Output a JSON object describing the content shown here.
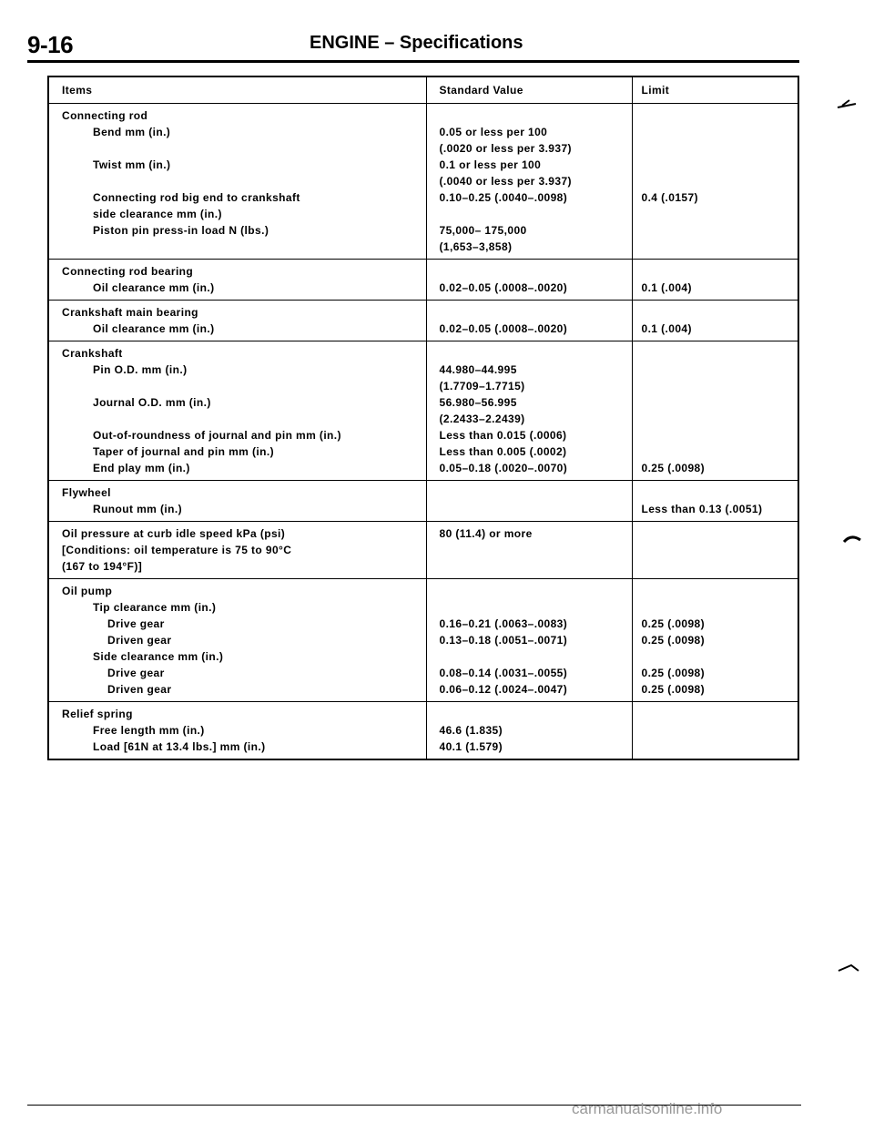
{
  "header": {
    "page_number": "9-16",
    "title": "ENGINE – Specifications"
  },
  "table": {
    "columns": [
      "Items",
      "Standard Value",
      "Limit"
    ],
    "groups": [
      {
        "rows": [
          {
            "item": "Connecting  rod",
            "indent": 0,
            "std": "",
            "limit": ""
          },
          {
            "item": "Bend     mm (in.)",
            "indent": 1,
            "std": "0.05 or less per 100",
            "limit": ""
          },
          {
            "item": "",
            "indent": 1,
            "std": "(.0020 or less per 3.937)",
            "limit": ""
          },
          {
            "item": "Twist     mm (in.)",
            "indent": 1,
            "std": "0.1 or less per 100",
            "limit": ""
          },
          {
            "item": "",
            "indent": 1,
            "std": "(.0040 or less per 3.937)",
            "limit": ""
          },
          {
            "item": "Connecting rod big end to crankshaft",
            "indent": 1,
            "std": "0.10–0.25 (.0040–.0098)",
            "limit": "0.4 (.0157)"
          },
          {
            "item": "side clearance     mm (in.)",
            "indent": 1,
            "std": "",
            "limit": ""
          },
          {
            "item": "Piston pin press-in load     N (lbs.)",
            "indent": 1,
            "std": "75,000– 175,000",
            "limit": ""
          },
          {
            "item": "",
            "indent": 1,
            "std": "(1,653–3,858)",
            "limit": ""
          }
        ]
      },
      {
        "rows": [
          {
            "item": "Connecting  rod  bearing",
            "indent": 0,
            "std": "",
            "limit": ""
          },
          {
            "item": "Oil clearance     mm (in.)",
            "indent": 1,
            "std": "0.02–0.05 (.0008–.0020)",
            "limit": "0.1 (.004)"
          }
        ]
      },
      {
        "rows": [
          {
            "item": "Crankshaft main bearing",
            "indent": 0,
            "std": "",
            "limit": ""
          },
          {
            "item": "Oil clearance     mm (in.)",
            "indent": 1,
            "std": "0.02–0.05 (.0008–.0020)",
            "limit": "0.1 (.004)"
          }
        ]
      },
      {
        "rows": [
          {
            "item": "Crankshaft",
            "indent": 0,
            "std": "",
            "limit": ""
          },
          {
            "item": "Pin O.D.     mm (in.)",
            "indent": 1,
            "std": "44.980–44.995",
            "limit": ""
          },
          {
            "item": "",
            "indent": 1,
            "std": "(1.7709–1.7715)",
            "limit": ""
          },
          {
            "item": "Journal O.D.     mm (in.)",
            "indent": 1,
            "std": "56.980–56.995",
            "limit": ""
          },
          {
            "item": "",
            "indent": 1,
            "std": "(2.2433–2.2439)",
            "limit": ""
          },
          {
            "item": "Out-of-roundness of journal and pin     mm (in.)",
            "indent": 1,
            "std": "Less than 0.015 (.0006)",
            "limit": ""
          },
          {
            "item": "Taper of journal and pin     mm (in.)",
            "indent": 1,
            "std": "Less than 0.005 (.0002)",
            "limit": ""
          },
          {
            "item": "End play     mm (in.)",
            "indent": 1,
            "std": "0.05–0.18 (.0020–.0070)",
            "limit": "0.25 (.0098)"
          }
        ]
      },
      {
        "rows": [
          {
            "item": "Flywheel",
            "indent": 0,
            "std": "",
            "limit": ""
          },
          {
            "item": "Runout     mm (in.)",
            "indent": 1,
            "std": "",
            "limit": "Less than 0.13 (.0051)"
          }
        ]
      },
      {
        "rows": [
          {
            "item": "Oil pressure at curb idle speed     kPa (psi)",
            "indent": 0,
            "std": "80 (11.4) or more",
            "limit": ""
          },
          {
            "item": "[Conditions: oil temperature is 75 to 90°C",
            "indent": 0,
            "std": "",
            "limit": ""
          },
          {
            "item": "(167 to 194°F)]",
            "indent": 0,
            "std": "",
            "limit": ""
          }
        ]
      },
      {
        "rows": [
          {
            "item": "Oil pump",
            "indent": 0,
            "std": "",
            "limit": ""
          },
          {
            "item": "Tip clearance     mm (in.)",
            "indent": 1,
            "std": "",
            "limit": ""
          },
          {
            "item": "Drive gear",
            "indent": 2,
            "std": "0.16–0.21 (.0063–.0083)",
            "limit": "0.25 (.0098)"
          },
          {
            "item": "Driven gear",
            "indent": 2,
            "std": "0.13–0.18 (.0051–.0071)",
            "limit": "0.25 (.0098)"
          },
          {
            "item": "Side clearance     mm (in.)",
            "indent": 1,
            "std": "",
            "limit": ""
          },
          {
            "item": "Drive gear",
            "indent": 2,
            "std": "0.08–0.14 (.0031–.0055)",
            "limit": "0.25 (.0098)"
          },
          {
            "item": "Driven gear",
            "indent": 2,
            "std": "0.06–0.12 (.0024–.0047)",
            "limit": "0.25 (.0098)"
          }
        ]
      },
      {
        "rows": [
          {
            "item": "Relief spring",
            "indent": 0,
            "std": "",
            "limit": ""
          },
          {
            "item": "Free length     mm (in.)",
            "indent": 1,
            "std": "46.6 (1.835)",
            "limit": ""
          },
          {
            "item": "Load [61N at 13.4 lbs.]     mm (in.)",
            "indent": 1,
            "std": "40.1 (1.579)",
            "limit": ""
          }
        ]
      }
    ]
  },
  "footer": {
    "watermark": "carmanualsonline.info"
  }
}
